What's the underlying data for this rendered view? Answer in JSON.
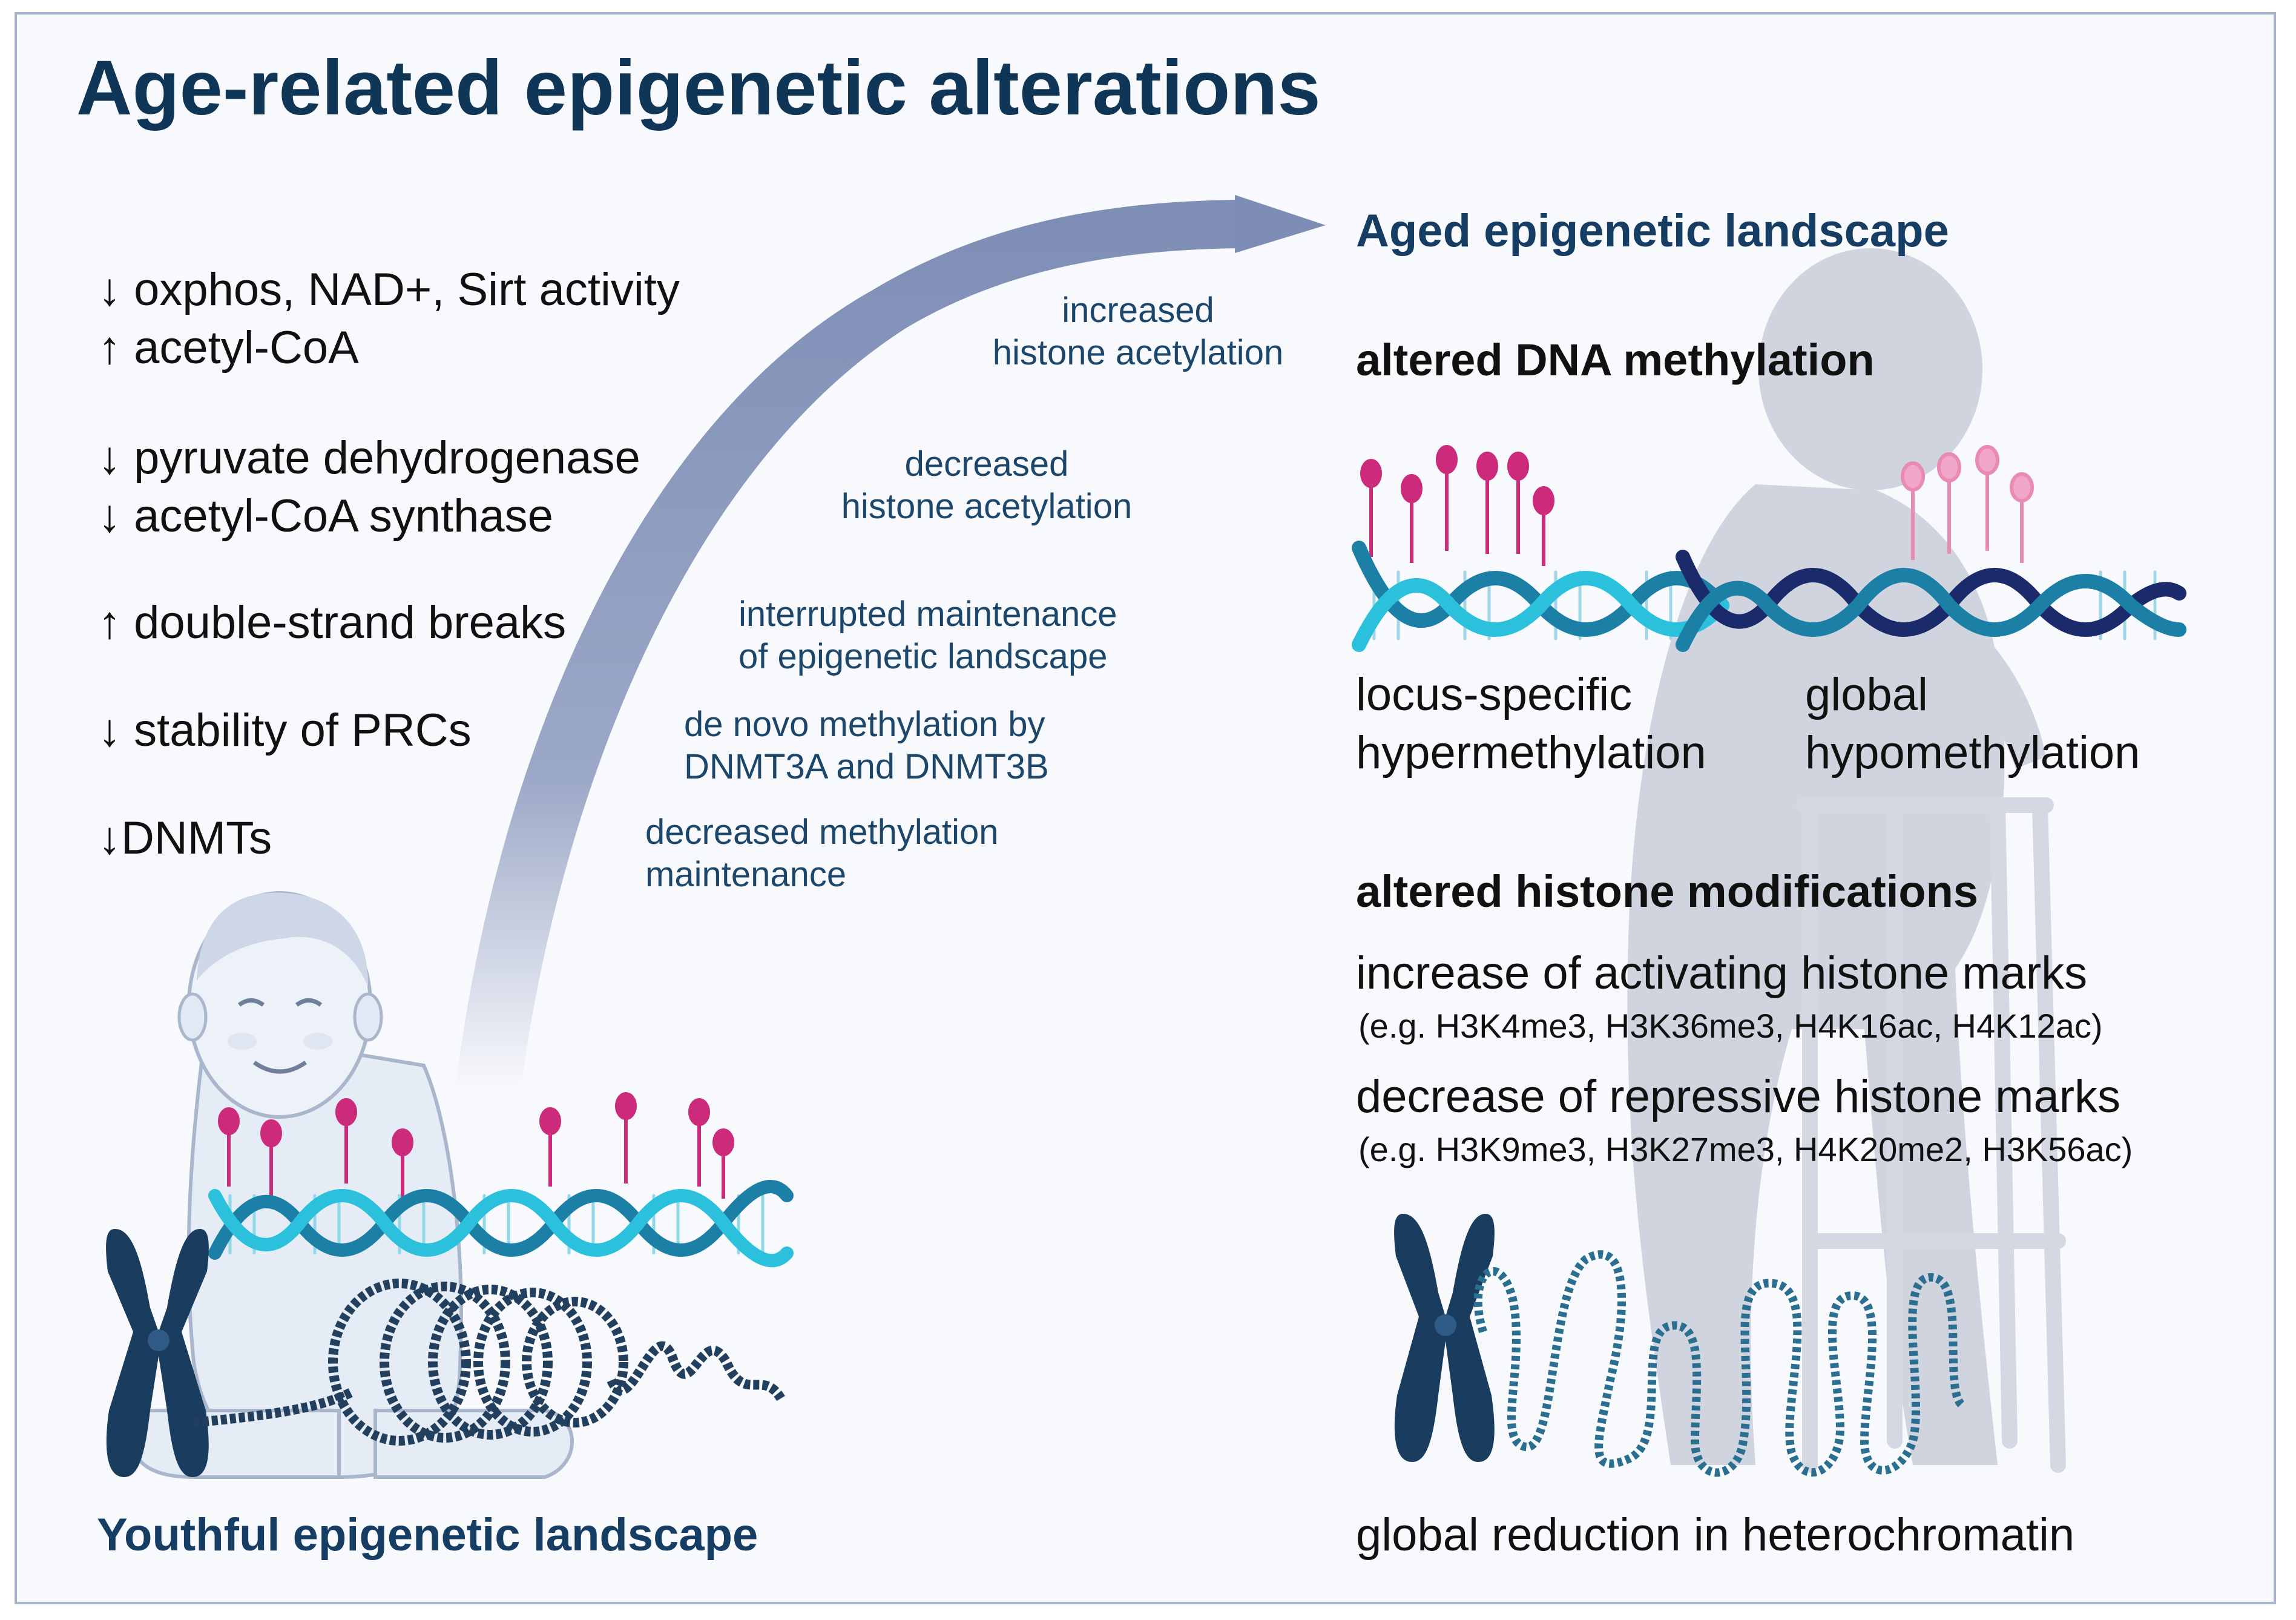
{
  "title": "Age-related epigenetic alterations",
  "youthful_label": "Youthful epigenetic landscape",
  "aged_label": "Aged epigenetic landscape",
  "left_factors": [
    "↓ oxphos, NAD+, Sirt activity",
    "↑ acetyl-CoA",
    "↓ pyruvate dehydrogenase",
    "↓ acetyl-CoA synthase",
    "↑ double-strand breaks",
    "↓ stability of  PRCs",
    "↓DNMTs"
  ],
  "arc_labels": [
    "increased\nhistone acetylation",
    "decreased\nhistone acetylation",
    "interrupted maintenance\nof epigenetic landscape",
    "de novo methylation by\nDNMT3A and DNMT3B",
    "decreased methylation\nmaintenance"
  ],
  "dna_methylation": {
    "heading": "altered DNA methylation",
    "left_label": "locus-specific\nhypermethylation",
    "right_label": "global\nhypomethylation"
  },
  "histone": {
    "heading": "altered histone modifications",
    "increase_title": "increase of activating histone marks",
    "increase_examples": "(e.g. H3K4me3, H3K36me3, H4K16ac, H4K12ac)",
    "decrease_title": "decrease of repressive histone marks",
    "decrease_examples": "(e.g. H3K9me3, H3K27me3, H4K20me2, H3K56ac)"
  },
  "heterochromatin_label": "global reduction in heterochromatin",
  "colors": {
    "navy": "#0f3557",
    "arrow": "#7d8db5",
    "methyl_dark": "#cc2a7a",
    "methyl_light": "#e88ab4",
    "dna_cyan": "#1fb5d6",
    "dna_teal": "#1b7fa6",
    "dna_navy": "#1b2a6b",
    "silhouette": "#c4cad6"
  }
}
